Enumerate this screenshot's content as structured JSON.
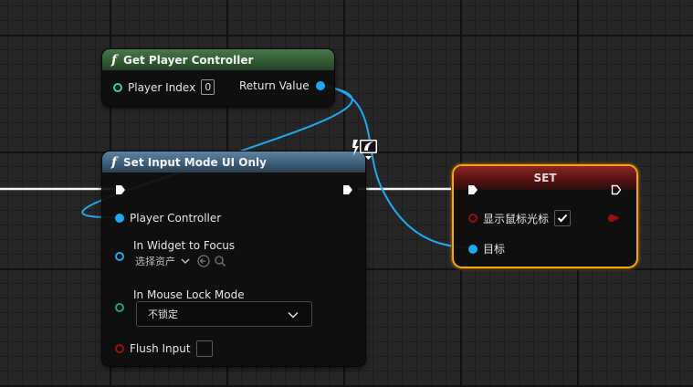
{
  "colors": {
    "exec_wire": "#ffffff",
    "object_wire": "#20a9f0",
    "object_pin": "#20a9f0",
    "class_pin": "#2bd6a0",
    "struct_pin": "#1ea38a",
    "bool_pin": "#9a1010",
    "set_node_outline": "#f4a414",
    "pure_header": "#2f5a30",
    "func_header": "#3d5f7a",
    "set_header": "#6a1515"
  },
  "nodes": {
    "get_player_controller": {
      "icon": "f",
      "title": "Get Player Controller",
      "player_index_label": "Player Index",
      "player_index_value": "0",
      "return_label": "Return Value"
    },
    "set_input_mode": {
      "icon": "f",
      "title": "Set Input Mode UI Only",
      "player_controller_label": "Player Controller",
      "widget_label": "In Widget to Focus",
      "widget_value": "选择资产",
      "lock_label": "In Mouse Lock Mode",
      "lock_value": "不锁定",
      "flush_label": "Flush Input",
      "flush_checked": false,
      "badge_icon": "platform-monitor-icon"
    },
    "set_node": {
      "title": "SET",
      "show_cursor_label": "显示鼠标光标",
      "show_cursor_checked": true,
      "target_label": "目标"
    }
  }
}
